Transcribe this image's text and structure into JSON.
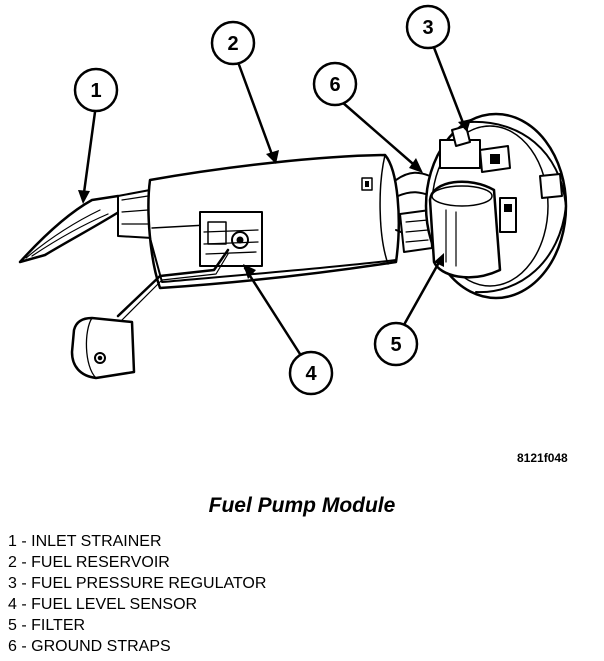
{
  "diagram": {
    "callouts": [
      {
        "number": "1"
      },
      {
        "number": "2"
      },
      {
        "number": "3"
      },
      {
        "number": "4"
      },
      {
        "number": "5"
      },
      {
        "number": "6"
      }
    ]
  },
  "figure_id": "8121f048",
  "caption": "Fuel Pump Module",
  "legend": [
    "1 - INLET STRAINER",
    "2 - FUEL RESERVOIR",
    "3 - FUEL PRESSURE REGULATOR",
    "4 - FUEL LEVEL SENSOR",
    "5 - FILTER",
    "6 - GROUND STRAPS"
  ]
}
